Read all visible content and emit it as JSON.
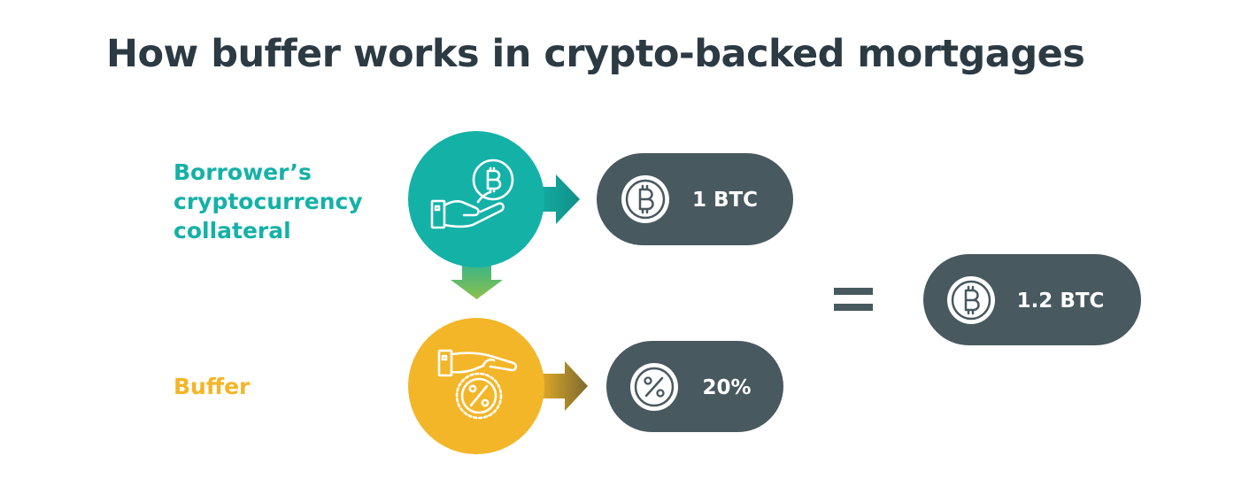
{
  "title": "How buffer works in crypto-backed mortgages",
  "collateral_label": [
    "Borrower’s",
    "cryptocurrency",
    "collateral"
  ],
  "buffer_label": "Buffer",
  "pills": {
    "collateral_value": "1 BTC",
    "buffer_value": "20%",
    "total_value": "1.2 BTC"
  },
  "colors": {
    "teal": "#14b1a7",
    "yellow": "#f3b628",
    "slate": "#48595f",
    "title": "#2b3a43"
  },
  "icons": {
    "collateral_circle": "hand-holding-bitcoin-icon",
    "buffer_circle": "hand-dropping-percent-coin-icon",
    "collateral_pill": "bitcoin-icon",
    "buffer_pill": "percent-icon",
    "total_pill": "bitcoin-icon",
    "equals": "equals-icon"
  }
}
